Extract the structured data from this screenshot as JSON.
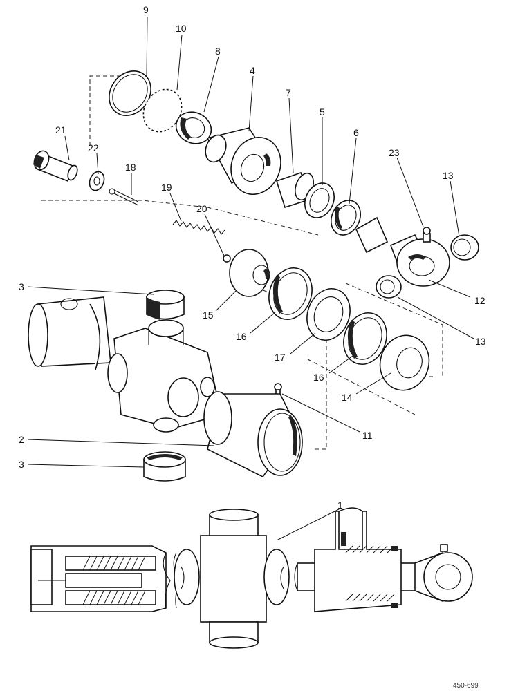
{
  "drawing_reference": "450-699",
  "callouts": {
    "c1": "1",
    "c2": "2",
    "c3a": "3",
    "c3b": "3",
    "c4": "4",
    "c5": "5",
    "c6": "6",
    "c7": "7",
    "c8": "8",
    "c9": "9",
    "c10": "10",
    "c11": "11",
    "c12": "12",
    "c13a": "13",
    "c13b": "13",
    "c14": "14",
    "c15": "15",
    "c16a": "16",
    "c16b": "16",
    "c17": "17",
    "c18": "18",
    "c19": "19",
    "c20": "20",
    "c21": "21",
    "c22": "22",
    "c23": "23"
  }
}
